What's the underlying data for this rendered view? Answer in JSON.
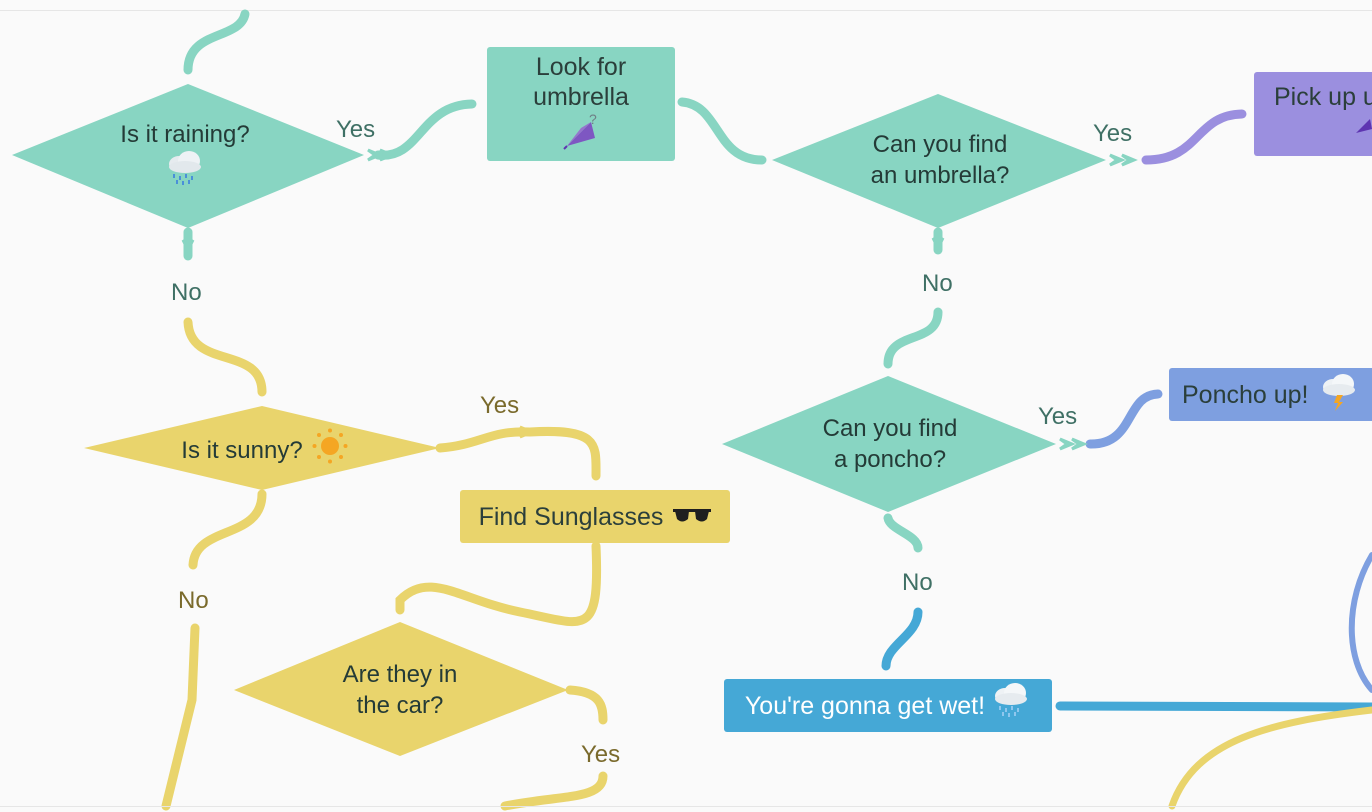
{
  "colors": {
    "green": "#88d5c2",
    "yellow": "#e9d46c",
    "purple": "#9b8fdf",
    "blue": "#7e9fe0",
    "cyan": "#45a8d6",
    "background": "#fafafa"
  },
  "nodes": {
    "is_raining": {
      "label": "Is it raining?",
      "icon": "rain-cloud-icon"
    },
    "look_for_umbrella": {
      "line1": "Look for",
      "line2": "umbrella",
      "icon": "umbrella-question-icon"
    },
    "find_umbrella": {
      "line1": "Can you find",
      "line2": "an umbrella?"
    },
    "pick_up": {
      "label": "Pick up u",
      "icon": "umbrella-icon"
    },
    "find_poncho": {
      "line1": "Can you find",
      "line2": "a poncho?"
    },
    "poncho_up": {
      "label": "Poncho up!",
      "icon": "storm-cloud-icon"
    },
    "is_sunny": {
      "label": "Is it sunny?",
      "icon": "sun-icon"
    },
    "find_sunglasses": {
      "label": "Find Sunglasses",
      "icon": "sunglasses-icon"
    },
    "in_car": {
      "line1": "Are they in",
      "line2": "the car?"
    },
    "get_wet": {
      "label": "You're gonna get wet!",
      "icon": "rain-cloud-icon"
    }
  },
  "edges": {
    "raining_yes": "Yes",
    "raining_no": "No",
    "umbrella_yes": "Yes",
    "umbrella_no": "No",
    "poncho_yes": "Yes",
    "poncho_no": "No",
    "sunny_yes": "Yes",
    "sunny_no": "No",
    "car_yes": "Yes"
  }
}
